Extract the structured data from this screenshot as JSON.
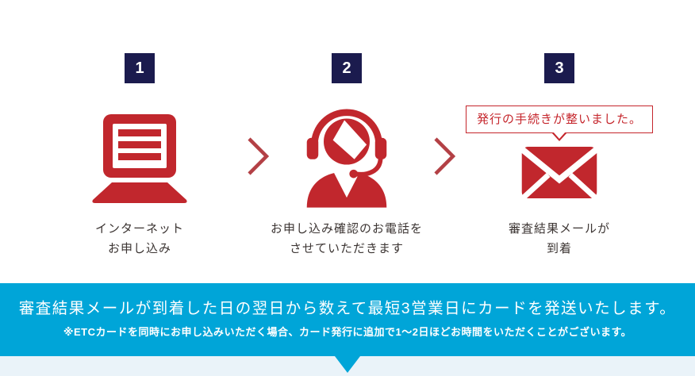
{
  "flow": {
    "steps": [
      {
        "number": "1",
        "icon": "laptop-icon",
        "label_line1": "インターネット",
        "label_line2": "お申し込み"
      },
      {
        "number": "2",
        "icon": "operator-icon",
        "label_line1": "お申し込み確認のお電話を",
        "label_line2": "させていただきます"
      },
      {
        "number": "3",
        "icon": "mail-icon",
        "bubble": "発行の手続きが整いました。",
        "label_line1": "審査結果メールが",
        "label_line2": "到着"
      }
    ]
  },
  "banner": {
    "main": "審査結果メールが到着した日の翌日から数えて最短3営業日にカードを発送いたします。",
    "note": "※ETCカードを同時にお申し込みいただく場合、カード発行に追加で1〜2日ほどお時間をいただくことがございます。"
  },
  "colors": {
    "icon_red": "#c1272d",
    "chevron_red": "#b34045",
    "badge_navy": "#1b1b4e",
    "banner_blue": "#00a5d8",
    "footer_light_blue": "#eaf3f9",
    "label_text": "#3c3533",
    "bubble_red": "#c5262c"
  }
}
